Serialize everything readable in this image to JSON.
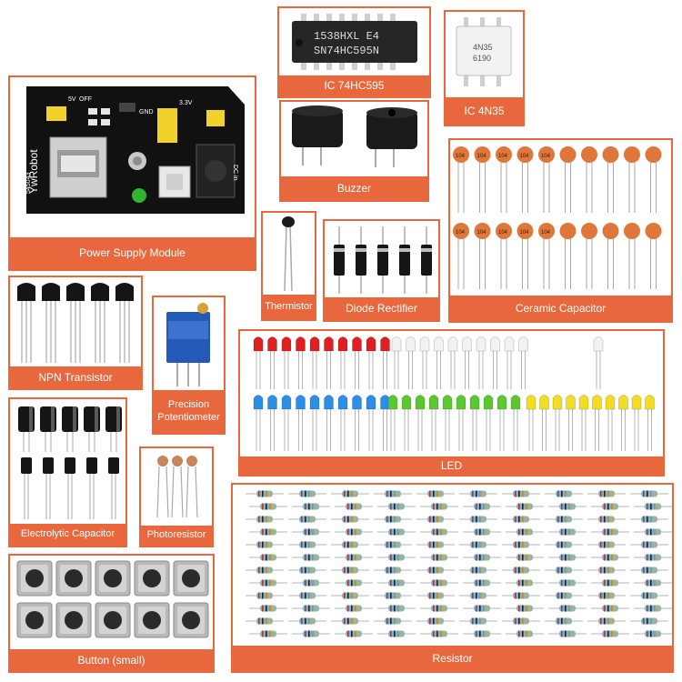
{
  "panels": {
    "power_supply": {
      "label": "Power Supply Module",
      "board_text": "YwRobot",
      "board_code": "545043",
      "pin_labels": [
        "5V",
        "OFF",
        "3.3V",
        "GND",
        "DC in"
      ]
    },
    "ic_74hc595": {
      "label": "IC 74HC595",
      "chip_line1": "1538HXL E4",
      "chip_line2": "SN74HC595N"
    },
    "ic_4n35": {
      "label": "IC 4N35",
      "chip_line1": "4N35",
      "chip_line2": "6190"
    },
    "buzzer": {
      "label": "Buzzer"
    },
    "ceramic_capacitor": {
      "label": "Ceramic Capacitor",
      "cap_code": "104"
    },
    "thermistor": {
      "label": "Thermistor"
    },
    "diode_rectifier": {
      "label": "Diode Rectifier"
    },
    "npn_transistor": {
      "label": "NPN Transistor"
    },
    "precision_potentiometer": {
      "label": "Precision Potentiometer"
    },
    "led": {
      "label": "LED"
    },
    "electrolytic_capacitor": {
      "label": "Electrolytic Capacitor"
    },
    "photoresistor": {
      "label": "Photoresistor"
    },
    "resistor": {
      "label": "Resistor"
    },
    "button_small": {
      "label": "Button (small)"
    }
  },
  "colors": {
    "accent": "#e8673c",
    "led_red": "#e02020",
    "led_white": "#f2f2f2",
    "led_blue": "#2d8ee6",
    "led_green": "#5cc830",
    "led_yellow": "#f2dc24",
    "ceramic": "#e0773a",
    "pcb": "#101010"
  }
}
